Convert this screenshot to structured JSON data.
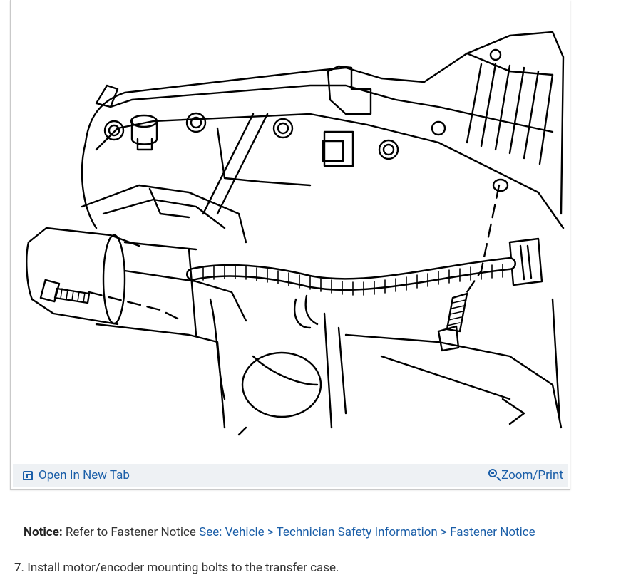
{
  "figure": {
    "open_new_tab": "Open In New Tab",
    "open_icon": "open-in-new-tab-icon",
    "zoom_print": "Zoom/Print",
    "zoom_icon": "zoom-in-icon"
  },
  "notice": {
    "label": "Notice:",
    "text": "Refer to Fastener Notice",
    "link": "See: Vehicle > Technician Safety Information > Fastener Notice"
  },
  "step": {
    "text": "7. Install motor/encoder mounting bolts to the transfer case."
  }
}
